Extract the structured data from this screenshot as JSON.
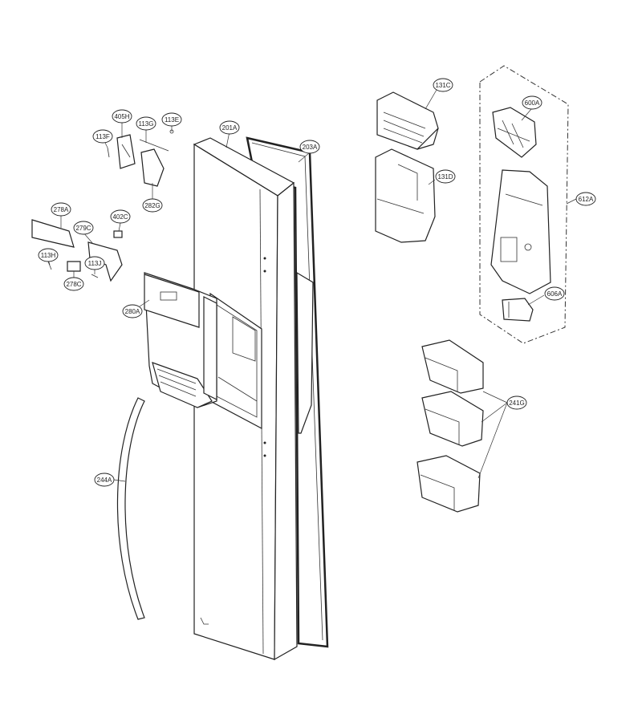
{
  "callouts": [
    {
      "id": "131C",
      "label": "131C"
    },
    {
      "id": "131D",
      "label": "131D"
    },
    {
      "id": "600A",
      "label": "600A"
    },
    {
      "id": "612A",
      "label": "612A"
    },
    {
      "id": "606A",
      "label": "606A"
    },
    {
      "id": "241G",
      "label": "241G"
    },
    {
      "id": "405H",
      "label": "405H"
    },
    {
      "id": "113G",
      "label": "113G"
    },
    {
      "id": "113E",
      "label": "113E"
    },
    {
      "id": "113F",
      "label": "113F"
    },
    {
      "id": "282G",
      "label": "282G"
    },
    {
      "id": "201A",
      "label": "201A"
    },
    {
      "id": "203A",
      "label": "203A"
    },
    {
      "id": "278A",
      "label": "278A"
    },
    {
      "id": "402C",
      "label": "402C"
    },
    {
      "id": "279C",
      "label": "279C"
    },
    {
      "id": "113H",
      "label": "113H"
    },
    {
      "id": "113J",
      "label": "113J"
    },
    {
      "id": "278C",
      "label": "278C"
    },
    {
      "id": "280A",
      "label": "280A"
    },
    {
      "id": "244A",
      "label": "244A"
    }
  ]
}
